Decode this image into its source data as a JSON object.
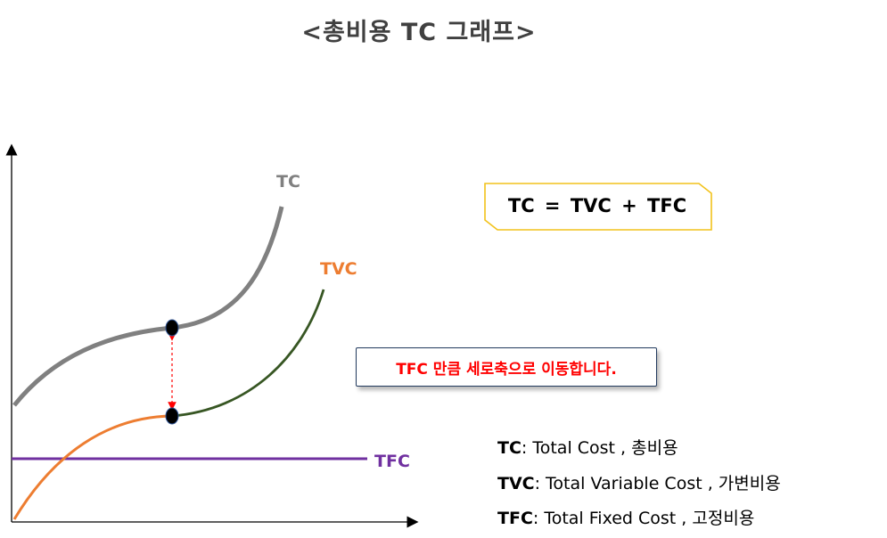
{
  "title": "<총비용 TC 그래프>",
  "curves": {
    "tc_label": "TC",
    "tvc_label": "TVC",
    "tfc_label": "TFC"
  },
  "formula": "TC = TVC + TFC",
  "note": "TFC 만큼 세로축으로 이동합니다.",
  "legend": [
    {
      "abbr": "TC",
      "desc": ": Total Cost , 총비용"
    },
    {
      "abbr": "TVC",
      "desc": ": Total Variable Cost , 가변비용"
    },
    {
      "abbr": "TFC",
      "desc": ": Total Fixed Cost , 고정비용"
    }
  ],
  "colors": {
    "tc": "#808080",
    "tvc_upper": "#375623",
    "tvc_lower": "#ed7d31",
    "tvc_label": "#ed7d31",
    "tfc": "#7030a0",
    "shift_arrow": "#ff0000",
    "formula_border": "#f2c21b",
    "note_text": "#ff0000"
  }
}
